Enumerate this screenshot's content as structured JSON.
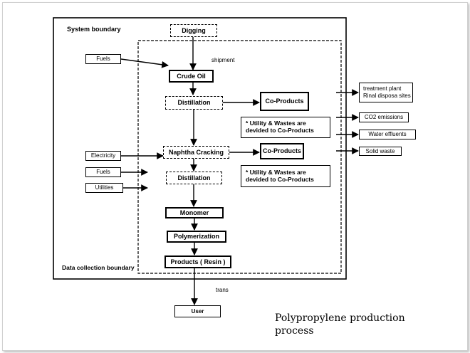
{
  "boundaries": {
    "system": "System boundary",
    "data_collection": "Data collection boundary"
  },
  "inputs": {
    "fuels_top": "Fuels",
    "electricity": "Electricity",
    "fuels_bottom": "Fuels",
    "utilities": "Utilities"
  },
  "process": {
    "digging": "Digging",
    "shipment": "shipment",
    "crude_oil": "Crude Oil",
    "distillation_1": "Distillation",
    "co_products_1": "Co-Products",
    "utility_note_1": "* Utility & Wastes are devided to Co-Products",
    "naphtha_cracking": "Naphtha Cracking",
    "co_products_2": "Co-Products",
    "utility_note_2": "* Utility & Wastes are devided to Co-Products",
    "distillation_2": "Distillation",
    "monomer": "Monomer",
    "polymerization": "Polymerization",
    "products": "Products ( Resin )",
    "trans": "trans",
    "user": "User"
  },
  "outputs": {
    "treatment": "treatment plant Rinal disposa sites",
    "co2": "CO2 emissions",
    "water": "Water effluents",
    "solid": "Solid waste"
  },
  "caption": "Polypropylene production process"
}
